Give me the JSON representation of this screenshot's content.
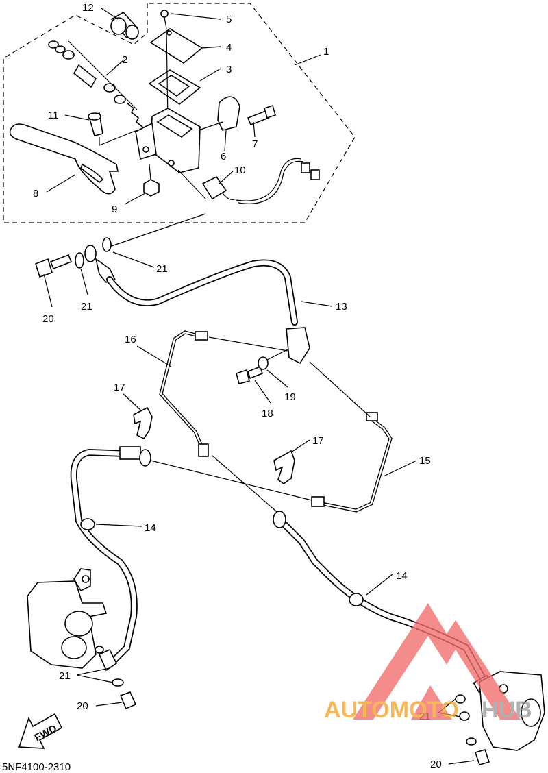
{
  "diagram_code": "5NF4100-2310",
  "direction_label": "FWD",
  "watermark": {
    "part1": "AUTOMOTO",
    "part2": "HUB",
    "color_primary": "#f4a32c",
    "color_triangle": "#f26d6d"
  },
  "callouts": {
    "c1": "1",
    "c2": "2",
    "c3": "3",
    "c4": "4",
    "c5": "5",
    "c6": "6",
    "c7": "7",
    "c8": "8",
    "c9": "9",
    "c10": "10",
    "c11": "11",
    "c12": "12",
    "c13": "13",
    "c14a": "14",
    "c14b": "14",
    "c15": "15",
    "c16": "16",
    "c17a": "17",
    "c17b": "17",
    "c18": "18",
    "c19": "19",
    "c20a": "20",
    "c20b": "20",
    "c20c": "20",
    "c21a": "21",
    "c21b": "21",
    "c21c": "21",
    "c21d": "21"
  }
}
